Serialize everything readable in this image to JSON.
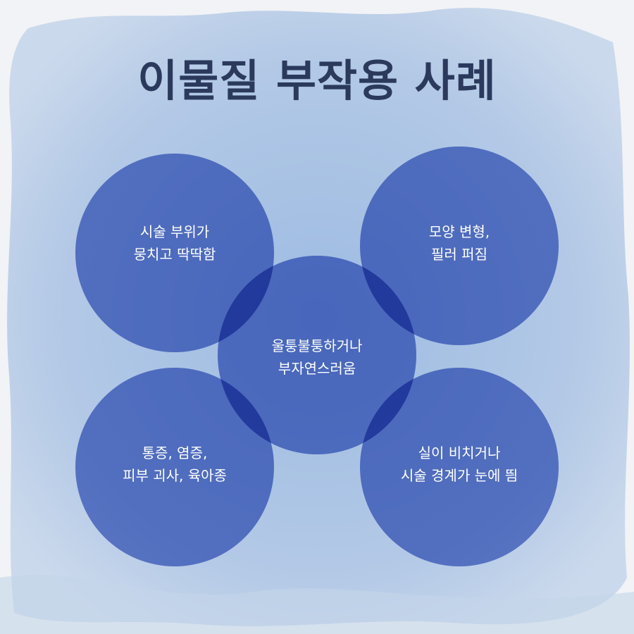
{
  "title": "이물질 부작용 사례",
  "colors": {
    "title": "#2b3a5c",
    "circle": "#3e60c4",
    "background_wash": "#a9c2e4"
  },
  "circles": [
    {
      "id": "top-left",
      "lines": [
        "시술 부위가",
        "뭉치고 딱딱함"
      ]
    },
    {
      "id": "top-right",
      "lines": [
        "모양 변형,",
        "필러 퍼짐"
      ]
    },
    {
      "id": "center",
      "lines": [
        "울퉁불퉁하거나",
        "부자연스러움"
      ]
    },
    {
      "id": "bottom-left",
      "lines": [
        "통증, 염증,",
        "피부 괴사, 육아종"
      ]
    },
    {
      "id": "bottom-right",
      "lines": [
        "실이 비치거나",
        "시술 경계가 눈에 띔"
      ]
    }
  ]
}
